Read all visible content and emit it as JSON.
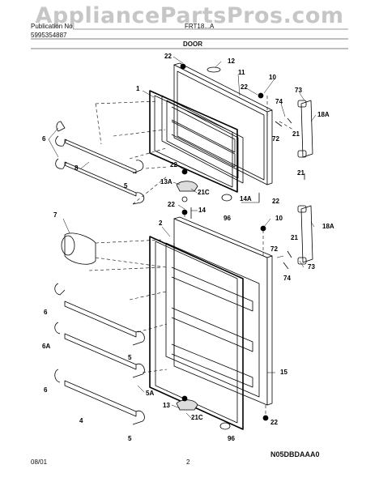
{
  "watermark": "AppliancePartsPros.com",
  "header": {
    "pub_label": "Publication No.",
    "pub_number": "5995354887",
    "model": "FRT18...A",
    "section": "DOOR"
  },
  "footer": {
    "date": "08/01",
    "page": "2",
    "diagram_code": "N05DBDAAA0"
  },
  "callouts": [
    "22",
    "12",
    "11",
    "1",
    "22",
    "10",
    "73",
    "74",
    "18A",
    "21",
    "72",
    "6",
    "8",
    "5",
    "22",
    "13A",
    "21C",
    "22",
    "14",
    "14A",
    "96",
    "22",
    "7",
    "2",
    "10",
    "18A",
    "21",
    "72",
    "73",
    "74",
    "6",
    "6A",
    "6",
    "5A",
    "5",
    "13",
    "21C",
    "96",
    "22",
    "4",
    "5",
    "15",
    "21"
  ]
}
